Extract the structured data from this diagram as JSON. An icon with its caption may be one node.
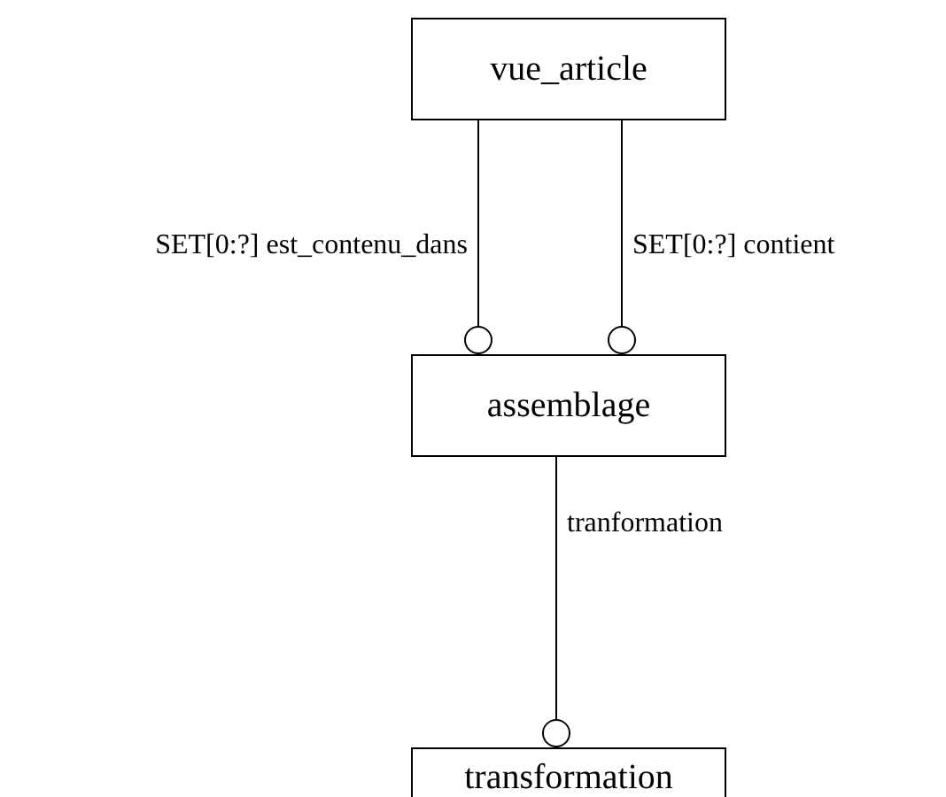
{
  "diagram": {
    "nodes": [
      {
        "text": [
          "vue_article"
        ]
      },
      {
        "text": [
          "assemblage"
        ]
      },
      {
        "text": [
          "transformation"
        ]
      }
    ],
    "edges": [
      {
        "from": 0,
        "to": 1,
        "arrow": "other",
        "label": "SET[0:?] est_contenu_dans"
      },
      {
        "from": 0,
        "to": 1,
        "arrow": "other",
        "label": "SET[0:?] contient"
      },
      {
        "from": 1,
        "to": 2,
        "arrow": "other",
        "label": "tranformation"
      }
    ]
  }
}
